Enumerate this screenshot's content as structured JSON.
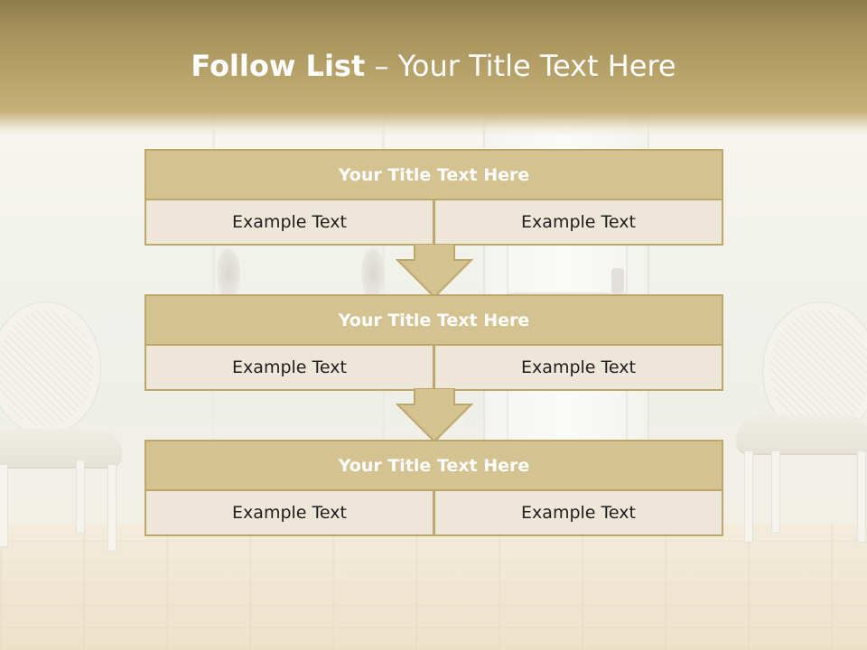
{
  "title": {
    "strong": "Follow List",
    "separator": " – ",
    "rest": "Your Title Text Here"
  },
  "blocks": [
    {
      "title": "Your Title Text Here",
      "left": "Example Text",
      "right": "Example Text"
    },
    {
      "title": "Your Title Text Here",
      "left": "Example Text",
      "right": "Example Text"
    },
    {
      "title": "Your Title Text Here",
      "left": "Example Text",
      "right": "Example Text"
    }
  ],
  "colors": {
    "accent": "#d4c291",
    "border": "#bda667",
    "cell_fill": "#eee6d9",
    "title_text": "#ffffff",
    "body_text": "#1e1e1e"
  },
  "icons": [
    "down-arrow-icon",
    "down-arrow-icon"
  ]
}
